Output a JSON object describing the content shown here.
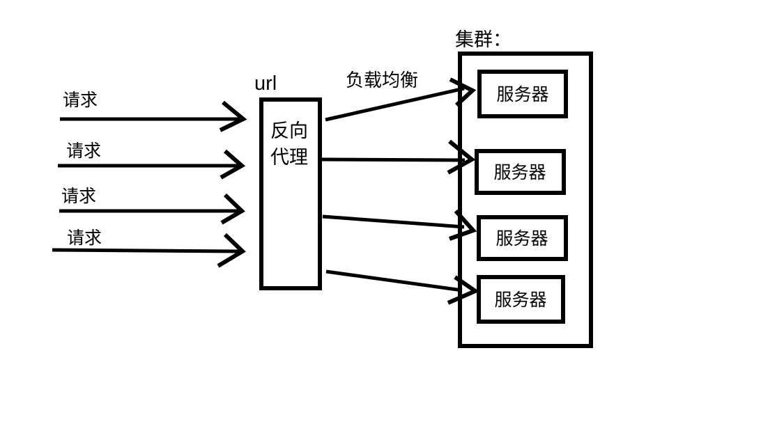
{
  "diagram": {
    "title_semantic": "reverse-proxy-load-balancing-diagram",
    "colors": {
      "background": "#ffffff",
      "stroke": "#000000",
      "text": "#000000"
    },
    "request_labels": [
      "请求",
      "请求",
      "请求",
      "请求"
    ],
    "proxy": {
      "url_label": "url",
      "name_line1": "反向",
      "name_line2": "代理"
    },
    "load_balance_label": "负载均衡",
    "cluster": {
      "title": "集群：",
      "servers": [
        "服务器",
        "服务器",
        "服务器",
        "服务器"
      ]
    }
  }
}
